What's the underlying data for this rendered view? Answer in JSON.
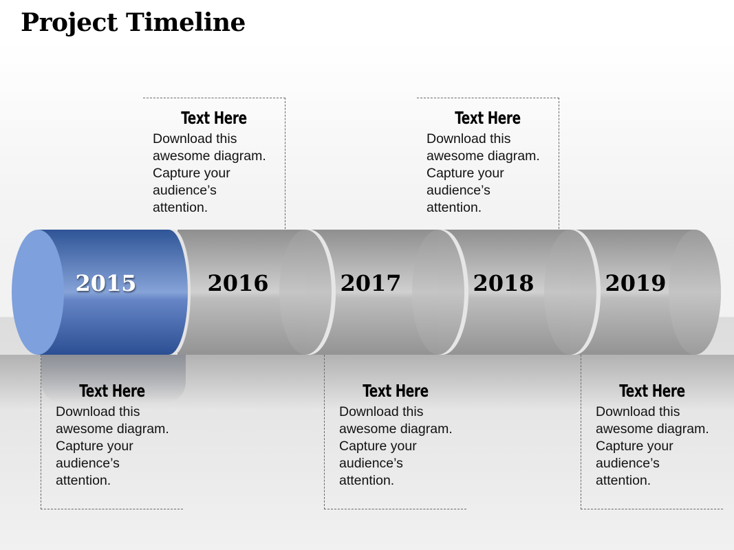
{
  "title": "Project Timeline",
  "timeline": {
    "years": [
      "2015",
      "2016",
      "2017",
      "2018",
      "2019"
    ],
    "highlight_year": "2015",
    "colors": {
      "highlight": "#3a5fa6",
      "highlight_cap": "#7ea0dc",
      "segment": "#b0b0b0"
    }
  },
  "callouts": [
    {
      "position": "bottom",
      "year": "2015",
      "heading": "Text Here",
      "lines": [
        "Download this",
        "awesome diagram.",
        "Capture your",
        "audience’s",
        "attention."
      ]
    },
    {
      "position": "top",
      "year": "2016",
      "heading": "Text Here",
      "lines": [
        "Download this",
        "awesome diagram.",
        "Capture your",
        "audience’s",
        "attention."
      ]
    },
    {
      "position": "bottom",
      "year": "2017",
      "heading": "Text Here",
      "lines": [
        "Download this",
        "awesome diagram.",
        "Capture your",
        "audience’s",
        "attention."
      ]
    },
    {
      "position": "top",
      "year": "2018",
      "heading": "Text Here",
      "lines": [
        "Download this",
        "awesome diagram.",
        "Capture your",
        "audience’s",
        "attention."
      ]
    },
    {
      "position": "bottom",
      "year": "2019",
      "heading": "Text Here",
      "lines": [
        "Download this",
        "awesome diagram.",
        "Capture your",
        "audience’s",
        "attention."
      ]
    }
  ]
}
